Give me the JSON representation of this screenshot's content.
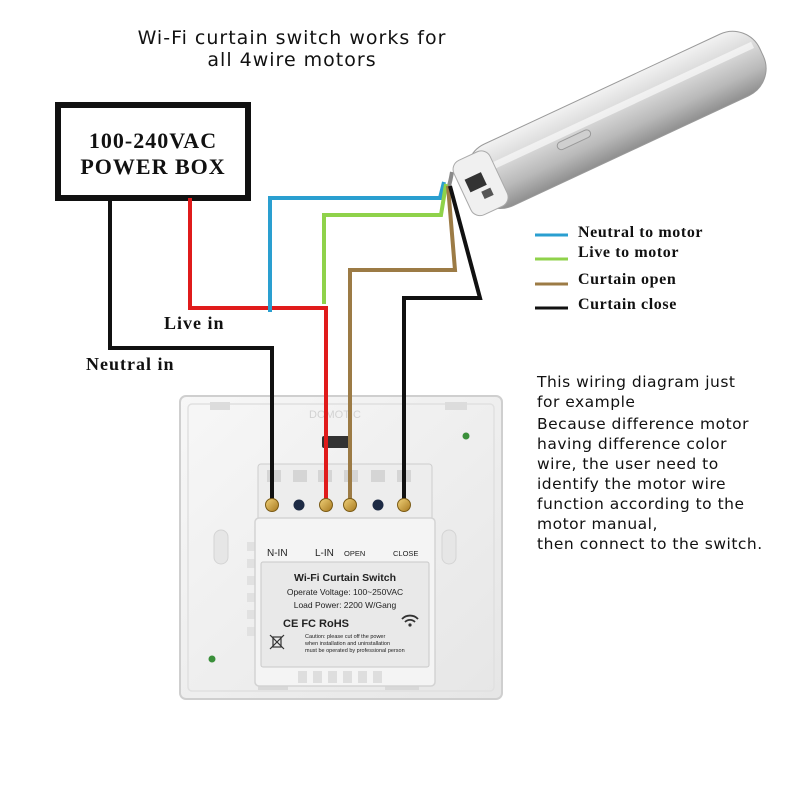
{
  "title": {
    "line1": "Wi-Fi curtain switch works for",
    "line2": "all 4wire motors"
  },
  "power_box": {
    "line1": "100-240VAC",
    "line2": "POWER BOX"
  },
  "input_labels": {
    "live_in": "Live in",
    "neutral_in": "Neutral in"
  },
  "legend": [
    {
      "label": "Neutral to motor",
      "color": "#2a9fd0"
    },
    {
      "label": "Live to motor",
      "color": "#8fd24a"
    },
    {
      "label": "Curtain open",
      "color": "#9c7b45"
    },
    {
      "label": "Curtain close",
      "color": "#111111"
    }
  ],
  "wire_colors": {
    "live_in": "#e01b1b",
    "neutral_in": "#111111"
  },
  "note": {
    "line1": "This wiring diagram just",
    "line2": "for example",
    "line3": "Because difference motor",
    "line4": "having difference color",
    "line5": "wire, the user need to",
    "line6": "identify the motor wire",
    "line7": "function according to the",
    "line8": "motor manual,",
    "line9": "then connect to the switch."
  },
  "switch": {
    "terminal_labels": {
      "n_in": "N-IN",
      "l_in": "L-IN",
      "open": "OPEN",
      "close": "CLOSE"
    },
    "label_title": "Wi-Fi Curtain Switch",
    "operate_voltage": "Operate Voltage: 100~250VAC",
    "load_power": "Load Power: 2200 W/Gang",
    "cert_marks": "CE FC RoHS",
    "caution_line1": "Caution: please cut off the power",
    "caution_line2": "when installation and uninstallation",
    "caution_line3": "must be operated by professional person"
  },
  "icons": [
    "wifi-icon",
    "weee-bin-icon",
    "curtain-motor-icon"
  ]
}
